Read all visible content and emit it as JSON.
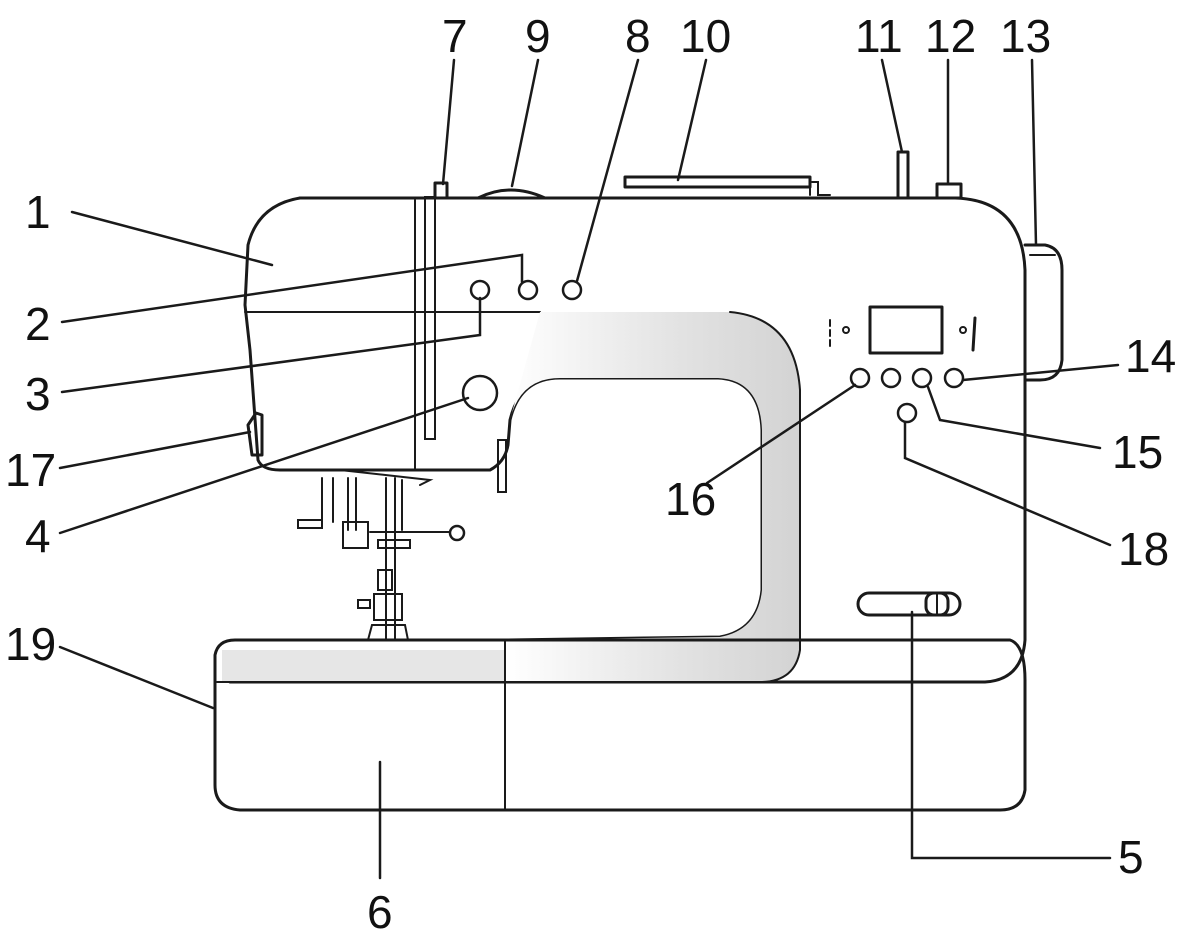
{
  "callouts": [
    {
      "id": "1",
      "text": "1"
    },
    {
      "id": "2",
      "text": "2"
    },
    {
      "id": "3",
      "text": "3"
    },
    {
      "id": "4",
      "text": "4"
    },
    {
      "id": "5",
      "text": "5"
    },
    {
      "id": "6",
      "text": "6"
    },
    {
      "id": "7",
      "text": "7"
    },
    {
      "id": "8",
      "text": "8"
    },
    {
      "id": "9",
      "text": "9"
    },
    {
      "id": "10",
      "text": "10"
    },
    {
      "id": "11",
      "text": "11"
    },
    {
      "id": "12",
      "text": "12"
    },
    {
      "id": "13",
      "text": "13"
    },
    {
      "id": "14",
      "text": "14"
    },
    {
      "id": "15",
      "text": "15"
    },
    {
      "id": "16",
      "text": "16"
    },
    {
      "id": "17",
      "text": "17"
    },
    {
      "id": "18",
      "text": "18"
    },
    {
      "id": "19",
      "text": "19"
    }
  ],
  "colors": {
    "line": "#1a1a1a",
    "arm_shade": "#d9d9d9",
    "bed_shade": "#bdbdbd"
  }
}
